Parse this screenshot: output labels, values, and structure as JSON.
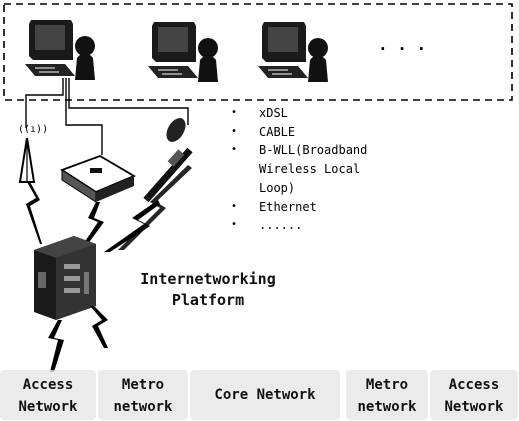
{
  "ellipsis": ". . .",
  "access_technologies": [
    "xDSL",
    "CABLE",
    "B-WLL(Broadband",
    "Wireless Local",
    "Loop)",
    "Ethernet",
    "......"
  ],
  "platform_label": {
    "line1": "Internetworking",
    "line2": "Platform"
  },
  "antenna_label": "((ı))",
  "segments": [
    {
      "line1": "Access",
      "line2": "Network"
    },
    {
      "line1": "Metro",
      "line2": "network"
    },
    {
      "line1": "Core Network",
      "line2": ""
    },
    {
      "line1": "Metro",
      "line2": "network"
    },
    {
      "line1": "Access",
      "line2": "Network"
    }
  ],
  "icons": [
    "workstation-icon",
    "antenna-icon",
    "modem-icon",
    "satellite-dish-icon",
    "server-icon",
    "lightning-icon"
  ],
  "colors": {
    "line": "#000000",
    "computer_fill": "#1a1a1a",
    "background": "#ffffff",
    "haze": "#e6e6e6"
  }
}
